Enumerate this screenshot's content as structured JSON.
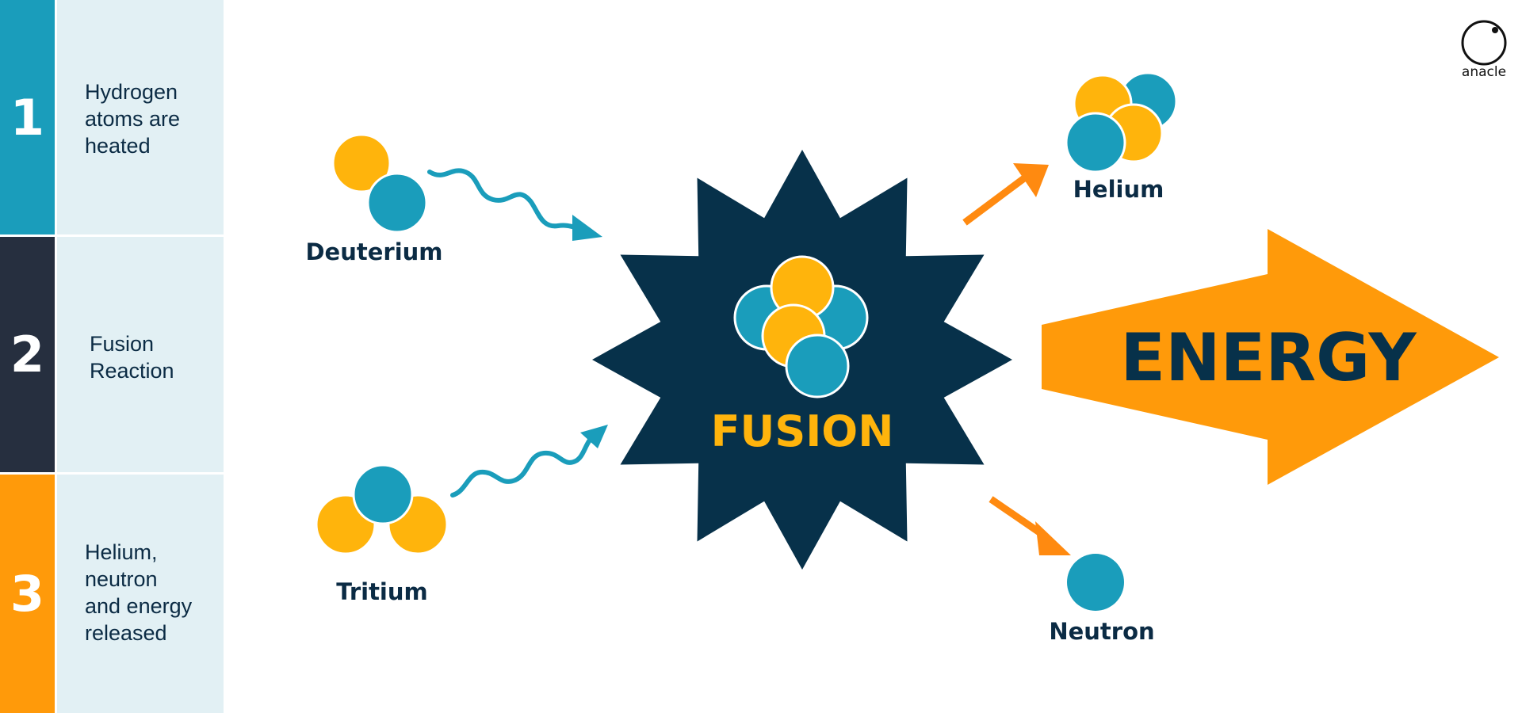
{
  "colors": {
    "teal": "#1a9dbb",
    "navy": "#07314a",
    "dark": "#262f3f",
    "orange": "#ff9a0a",
    "yellow": "#ffb40c",
    "arrow_orange": "#ff8a10",
    "panel": "#e2f0f4"
  },
  "steps": [
    {
      "number": "1",
      "label": "Hydrogen\natoms are\nheated"
    },
    {
      "number": "2",
      "label": "Fusion\nReaction"
    },
    {
      "number": "3",
      "label": "Helium,\nneutron\nand energy\nreleased"
    }
  ],
  "reactants": {
    "deuterium": "Deuterium",
    "tritium": "Tritium"
  },
  "center": {
    "label": "FUSION"
  },
  "products": {
    "helium": "Helium",
    "neutron": "Neutron",
    "energy": "ENERGY"
  },
  "brand": {
    "name": "anacle"
  }
}
